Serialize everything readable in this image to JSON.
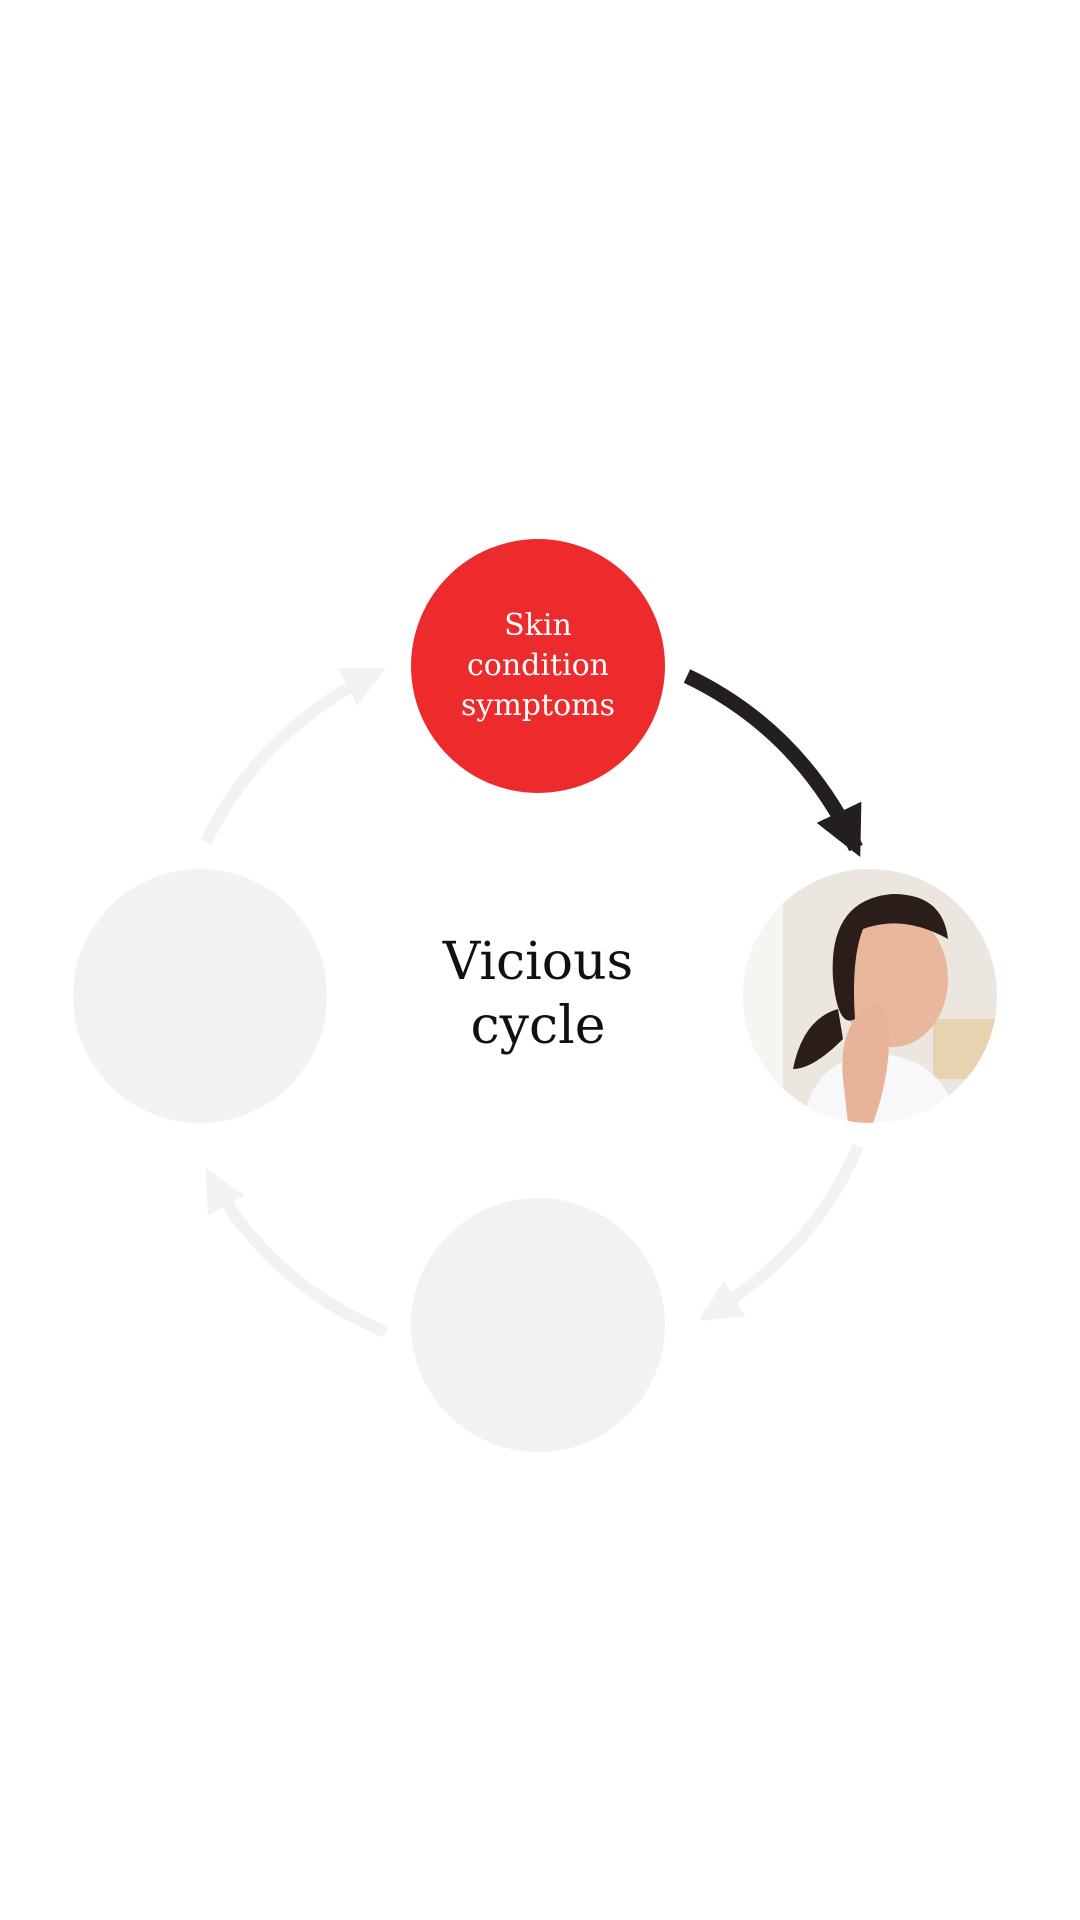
{
  "diagram": {
    "center_label_line1": "Vicious",
    "center_label_line2": "cycle",
    "active_node": {
      "line1": "Skin",
      "line2": "condition",
      "line3": "symptoms"
    },
    "colors": {
      "active": "#ee2b2c",
      "inactive": "#f2f2f2",
      "active_arrow": "#231f20"
    }
  }
}
